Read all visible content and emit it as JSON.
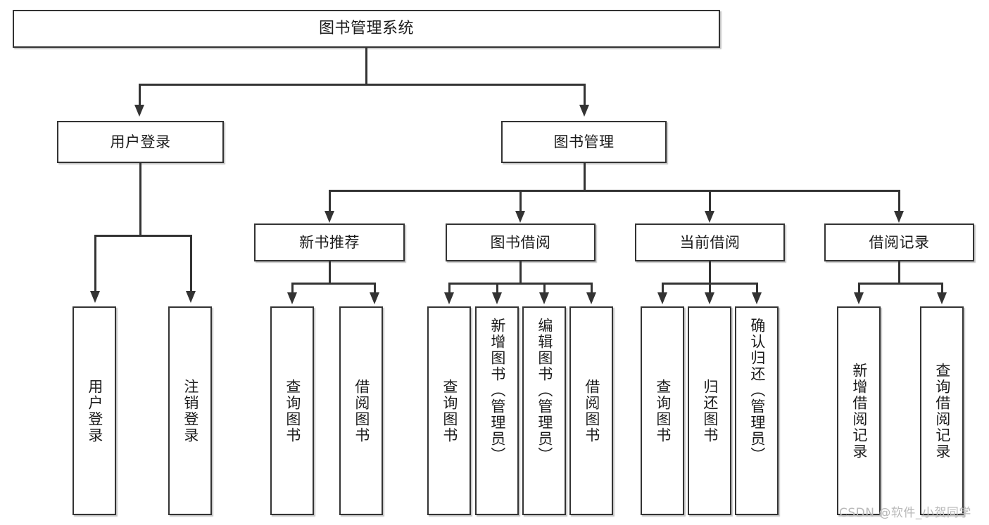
{
  "diagram": {
    "title": "图书管理系统",
    "root": {
      "label": "图书管理系统"
    },
    "level1": [
      {
        "label": "用户登录"
      },
      {
        "label": "图书管理"
      }
    ],
    "level2": [
      {
        "label": "新书推荐"
      },
      {
        "label": "图书借阅"
      },
      {
        "label": "当前借阅"
      },
      {
        "label": "借阅记录"
      }
    ],
    "leaves": {
      "user_login": [
        {
          "label": "用户登录"
        },
        {
          "label": "注销登录"
        }
      ],
      "new_book": [
        {
          "label": "查询图书"
        },
        {
          "label": "借阅图书"
        }
      ],
      "borrow": [
        {
          "label": "查询图书"
        },
        {
          "label": "新增图书（管理员）"
        },
        {
          "label": "编辑图书（管理员）"
        },
        {
          "label": "借阅图书"
        }
      ],
      "current": [
        {
          "label": "查询图书"
        },
        {
          "label": "归还图书"
        },
        {
          "label": "确认归还（管理员）"
        }
      ],
      "records": [
        {
          "label": "新增借阅记录"
        },
        {
          "label": "查询借阅记录"
        }
      ]
    }
  },
  "watermark": {
    "text": "CSDN @软件_小贺同学"
  },
  "colors": {
    "stroke": "#333333",
    "text": "#1b1b1b",
    "background": "#ffffff",
    "watermark": "#b9b9b9"
  }
}
